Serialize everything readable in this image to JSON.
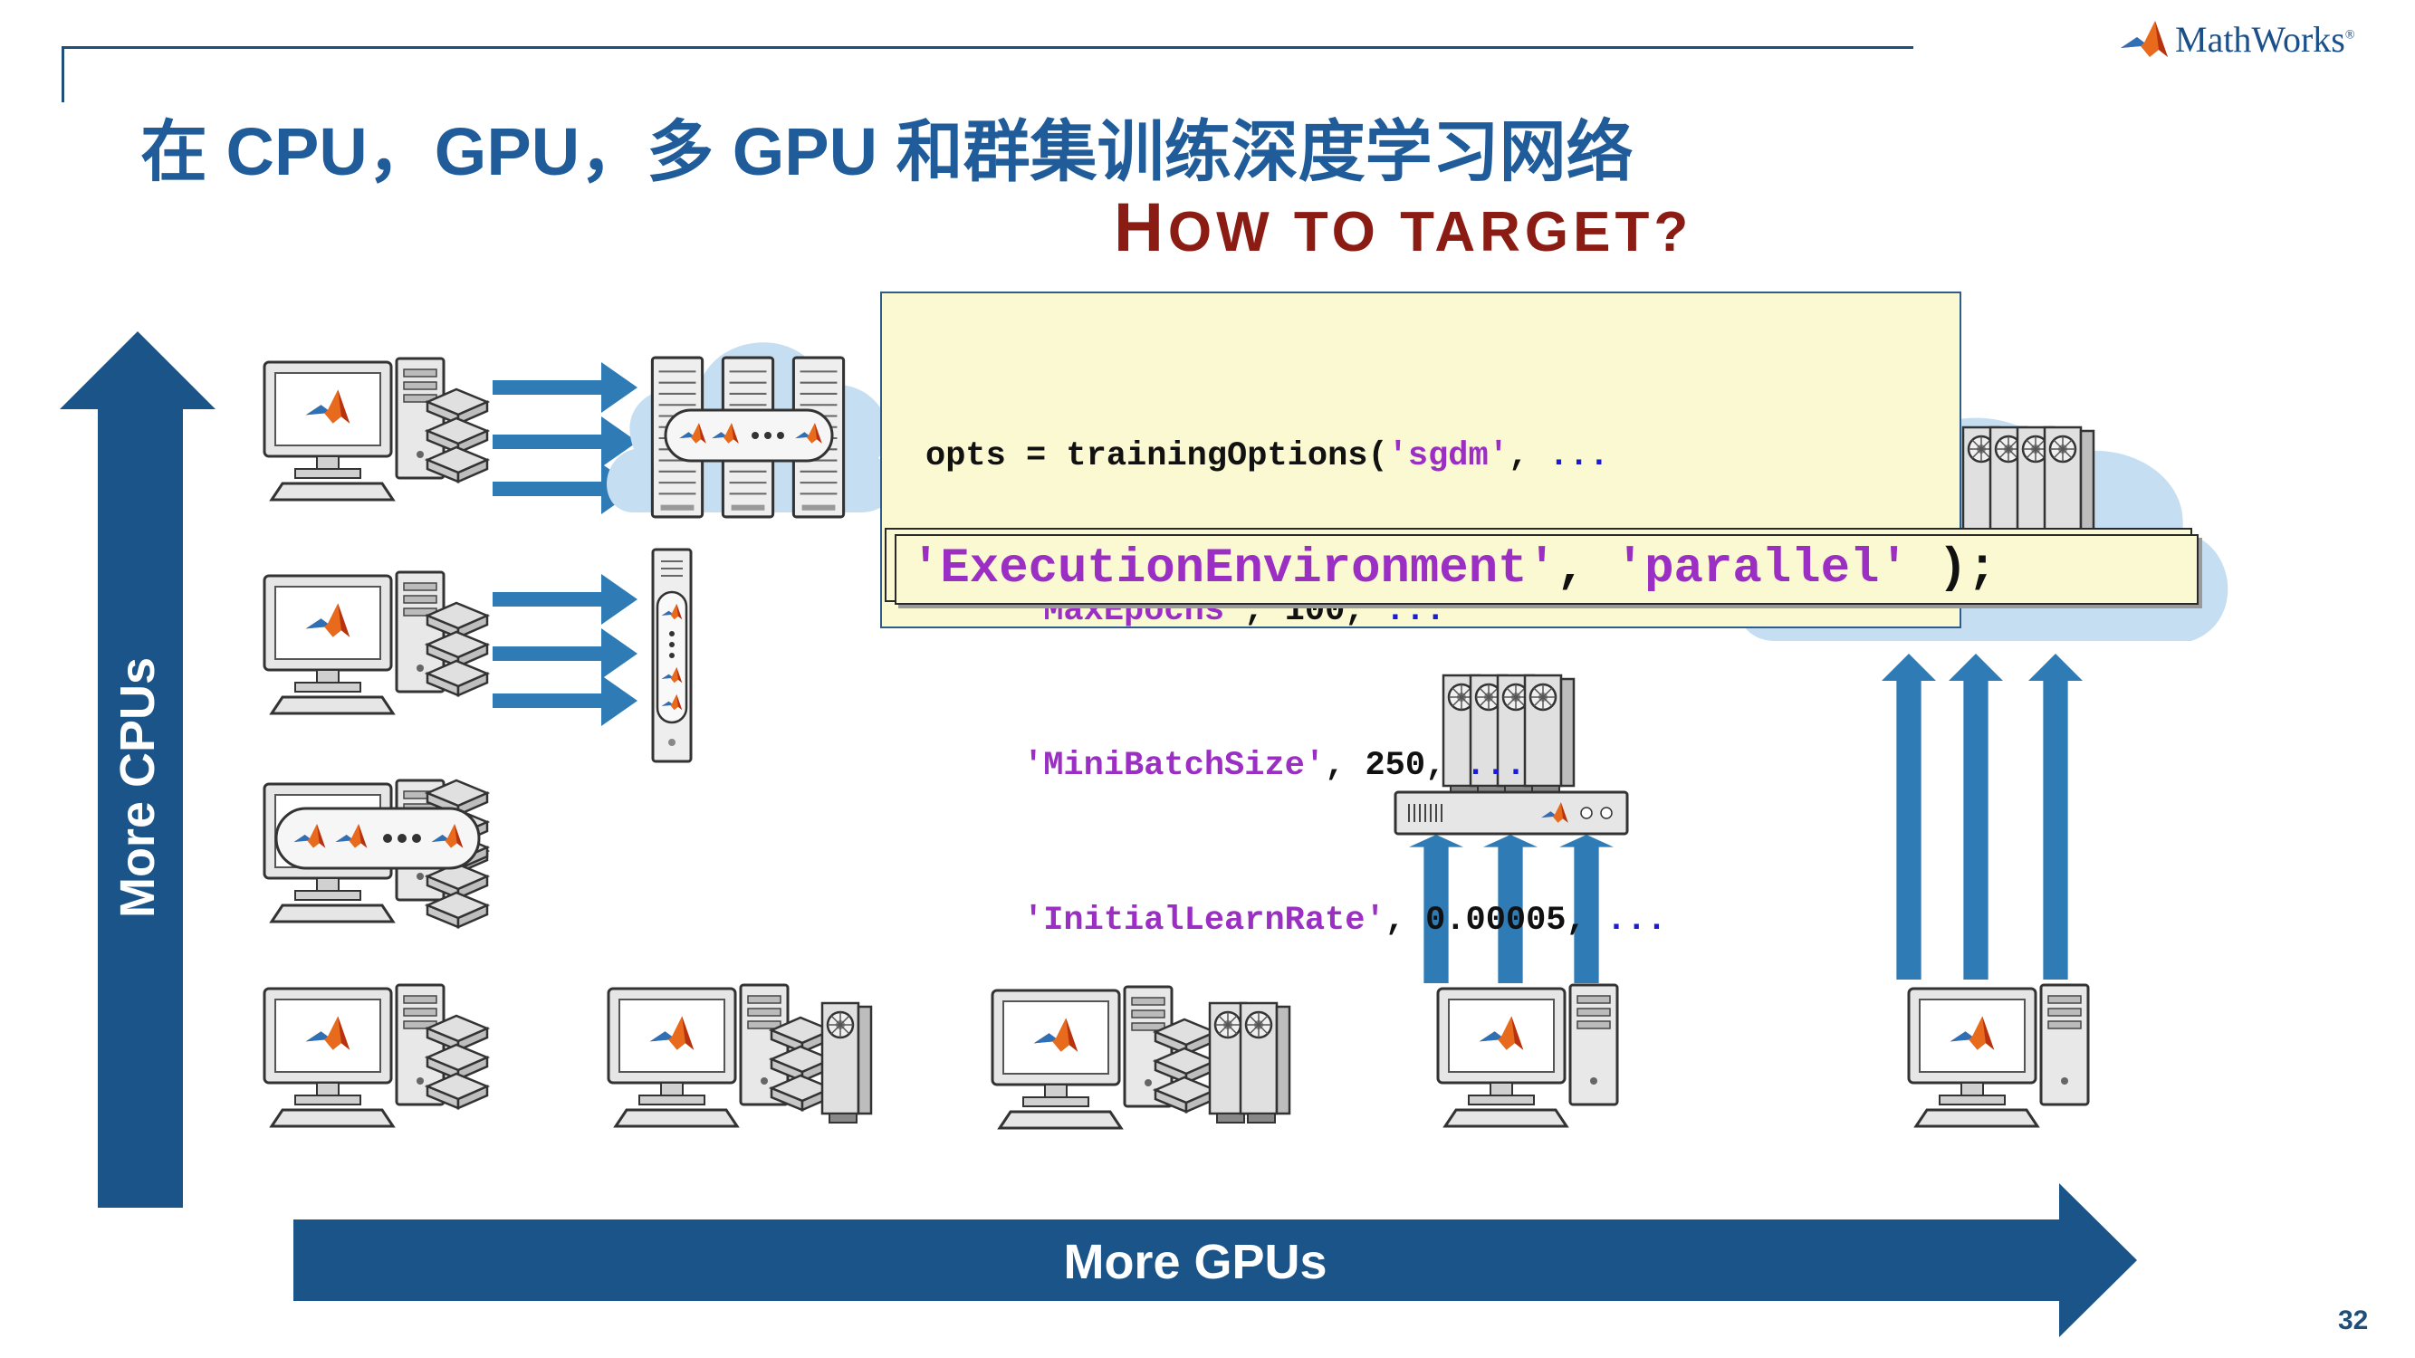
{
  "header": {
    "title": "在 CPU，GPU，多 GPU 和群集训练深度学习网络",
    "subtitle_first": "H",
    "subtitle_rest": "OW TO TARGET?",
    "logo_text": "MathWorks",
    "logo_mark": "®"
  },
  "axes": {
    "vertical_label": "More CPUs",
    "horizontal_label": "More GPUs"
  },
  "code": {
    "line1_prefix": "opts = trainingOptions(",
    "line1_str": "'sgdm'",
    "line1_comma": ", ",
    "line2_str": "'MaxEpochs'",
    "line2_val": ", 100, ",
    "line3_str": "'MiniBatchSize'",
    "line3_val": ", 250, ",
    "line4_str": "'InitialLearnRate'",
    "line4_val": ", 0.00005, ",
    "continuation": "...",
    "highlight_key": "'ExecutionEnvironment'",
    "highlight_sep": ", ",
    "highlight_val": "'parallel'",
    "highlight_end": " );"
  },
  "page_number": "32",
  "colors": {
    "axis_arrow": "#1a5488",
    "small_arrow": "#2e7bb6",
    "title": "#1f5c99",
    "subtitle": "#8b1c14",
    "cloud": "#c5def2",
    "code_background": "#fbf9d2",
    "code_string": "#9b2fc4",
    "code_continuation": "#1b1bd6"
  }
}
